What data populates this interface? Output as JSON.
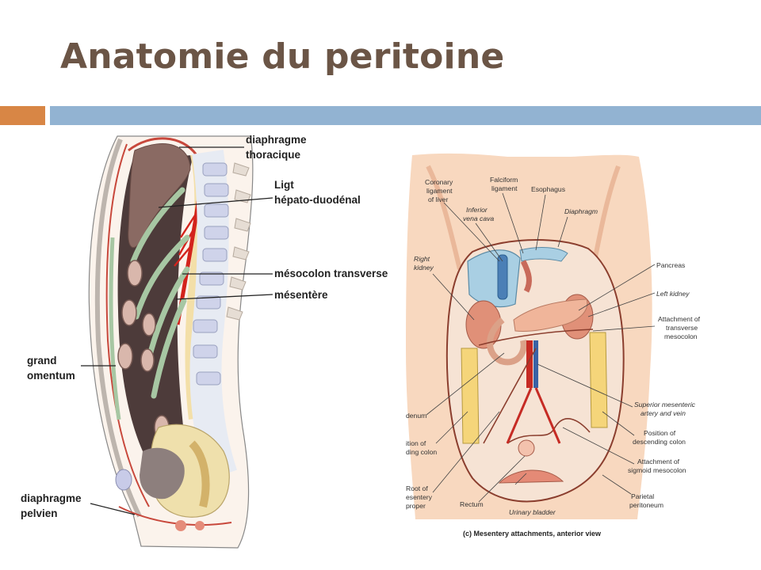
{
  "slide": {
    "title": "Anatomie du peritoine",
    "accent_colors": {
      "title": "#6b5546",
      "bar_left": "#d88645",
      "bar_right": "#92b3d2"
    }
  },
  "left_figure": {
    "labels": {
      "diaphragm_thoracic_1": "diaphragme",
      "diaphragm_thoracic_2": "thoracique",
      "hepatoduodenal_1": "Ligt",
      "hepatoduodenal_2": "hépato-duodénal",
      "transverse_mesocolon": "mésocolon transverse",
      "mesentery": "mésentère",
      "greater_omentum_1": "grand",
      "greater_omentum_2": "omentum",
      "pelvic_diaphragm_1": "diaphragme",
      "pelvic_diaphragm_2": "pelvien"
    }
  },
  "right_figure": {
    "labels": {
      "coronary_1": "Coronary",
      "coronary_2": "ligament",
      "coronary_3": "of liver",
      "falciform_1": "Falciform",
      "falciform_2": "ligament",
      "esophagus": "Esophagus",
      "ivc_1": "Inferior",
      "ivc_2": "vena cava",
      "diaphragm": "Diaphragm",
      "right_kidney_1": "Right",
      "right_kidney_2": "kidney",
      "pancreas": "Pancreas",
      "left_kidney": "Left kidney",
      "att_transverse_1": "Attachment of",
      "att_transverse_2": "transverse",
      "att_transverse_3": "mesocolon",
      "duodenum": "denum",
      "asc_colon_1": "ition of",
      "asc_colon_2": "ding colon",
      "sup_mesenteric_1": "Superior mesenteric",
      "sup_mesenteric_2": "artery and vein",
      "desc_colon_1": "Position of",
      "desc_colon_2": "descending colon",
      "root_mesentery_1": "Root of",
      "root_mesentery_2": "esentery",
      "root_mesentery_3": "proper",
      "sigmoid_1": "Attachment of",
      "sigmoid_2": "sigmoid mesocolon",
      "rectum": "Rectum",
      "bladder": "Urinary bladder",
      "parietal_1": "Parietal",
      "parietal_2": "peritoneum",
      "caption": "(c) Mesentery attachments, anterior view"
    }
  }
}
